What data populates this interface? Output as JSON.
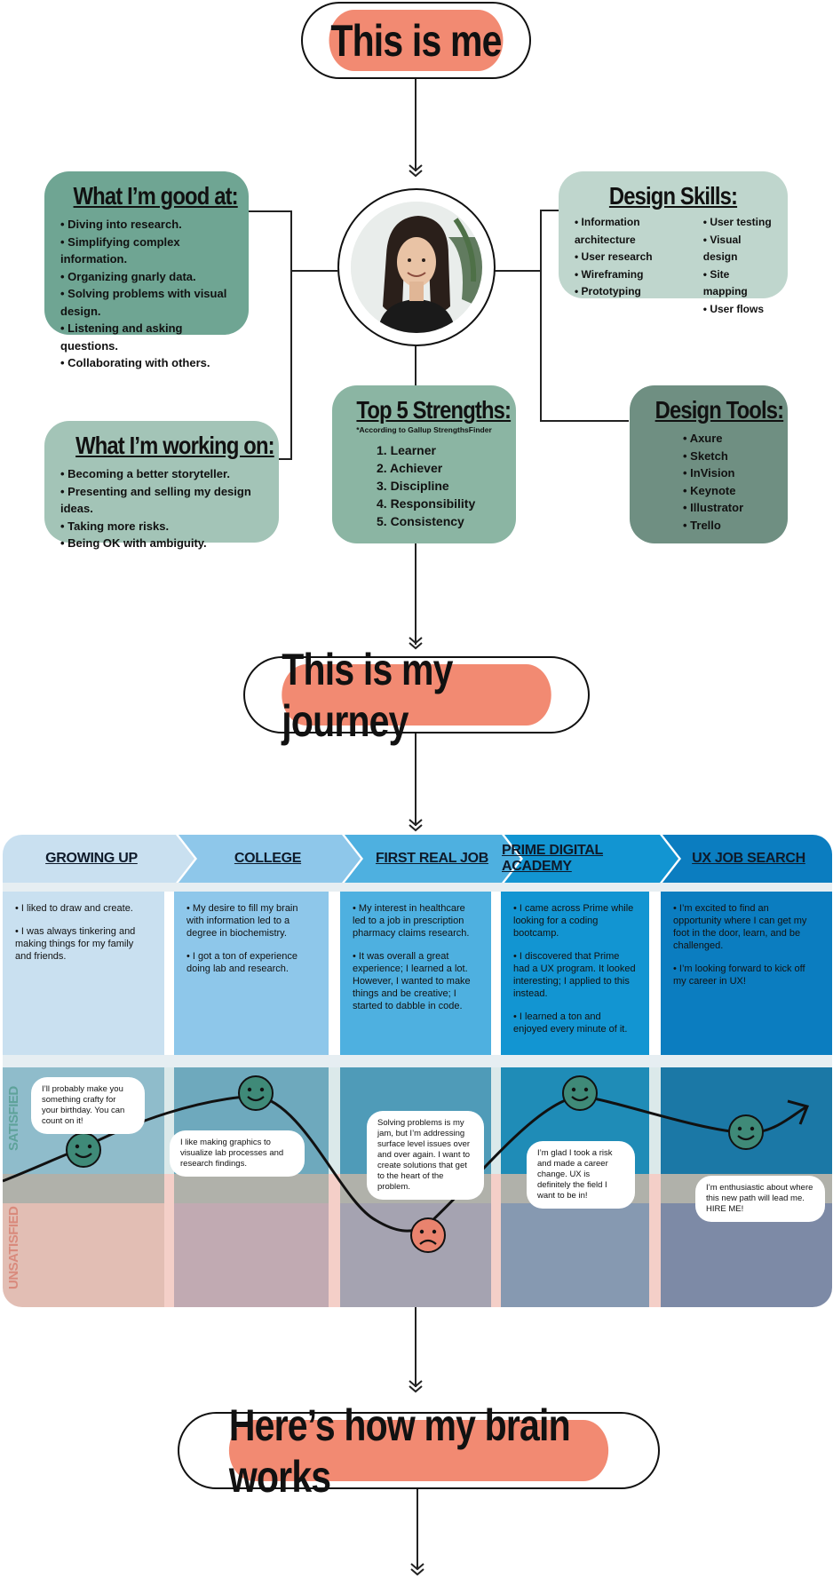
{
  "titles": {
    "this_is_me": "This is me",
    "journey": "This is my journey",
    "brain": "Here’s how my brain works"
  },
  "good_at": {
    "heading": "What I’m good at:",
    "items": [
      "Diving into research.",
      "Simplifying complex information.",
      "Organizing gnarly data.",
      "Solving problems with visual design.",
      "Listening and asking questions.",
      "Collaborating with others."
    ]
  },
  "working_on": {
    "heading": "What I’m working on:",
    "items": [
      "Becoming a better storyteller.",
      "Presenting and selling my design ideas.",
      "Taking more risks.",
      "Being OK with ambiguity."
    ]
  },
  "strengths": {
    "heading": "Top 5 Strengths:",
    "note": "*According to Gallup StrengthsFinder",
    "items": [
      "1. Learner",
      "2. Achiever",
      "3. Discipline",
      "4. Responsibility",
      "5. Consistency"
    ]
  },
  "design_skills": {
    "heading": "Design Skills:",
    "col1": [
      "Information architecture",
      "User research",
      "Wireframing",
      "Prototyping"
    ],
    "col2": [
      "User testing",
      "Visual design",
      "Site mapping",
      "User flows"
    ]
  },
  "design_tools": {
    "heading": "Design Tools:",
    "items": [
      "Axure",
      "Sketch",
      "InVision",
      "Keynote",
      "Illustrator",
      "Trello"
    ]
  },
  "journey": {
    "stages": [
      {
        "title": "GROWING UP",
        "paras": [
          "• I liked to draw and create.",
          "• I was always tinkering and making things for my family and friends."
        ]
      },
      {
        "title": "COLLEGE",
        "paras": [
          "• My desire to fill my brain with information led to a degree in biochemistry.",
          "• I got a ton of experience doing lab and research."
        ]
      },
      {
        "title": "FIRST REAL JOB",
        "paras": [
          "• My interest in healthcare led to a job in prescription pharmacy claims research.",
          "• It was overall a great experience; I learned a lot. However, I wanted to make things and be creative; I started to dabble in code."
        ]
      },
      {
        "title": "PRIME DIGITAL ACADEMY",
        "paras": [
          "• I came across Prime while looking for a coding bootcamp.",
          "• I discovered that Prime had a UX program. It looked interesting; I applied to this instead.",
          "• I learned a ton and enjoyed every minute of it."
        ]
      },
      {
        "title": "UX JOB SEARCH",
        "paras": [
          "• I’m excited to find an opportunity where I can get my foot in the door, learn, and be challenged.",
          "• I’m looking forward to kick off my career in UX!"
        ]
      }
    ],
    "satisfied_label": "SATISFIED",
    "unsatisfied_label": "UNSATISFIED",
    "bubbles": [
      "I’ll probably make you something crafty for your birthday. You can count on it!",
      "I like making graphics to visualize lab processes and research findings.",
      "Solving problems is my jam, but I’m addressing surface level issues over and over again. I want to create solutions that get to the heart of the problem.",
      "I’m glad I took a risk and made a career change. UX is definitely the field I want to be in!",
      "I’m enthusiastic about where this new path will lead me. HIRE ME!"
    ],
    "moods": [
      "happy",
      "happy",
      "sad",
      "happy",
      "happy"
    ]
  },
  "colors": {
    "coral": "#f28a72",
    "good_at": "#6fa593",
    "working_on": "#a3c4b7",
    "strengths": "#8bb5a3",
    "skills": "#bfd6cd",
    "tools": "#6f8f82"
  }
}
